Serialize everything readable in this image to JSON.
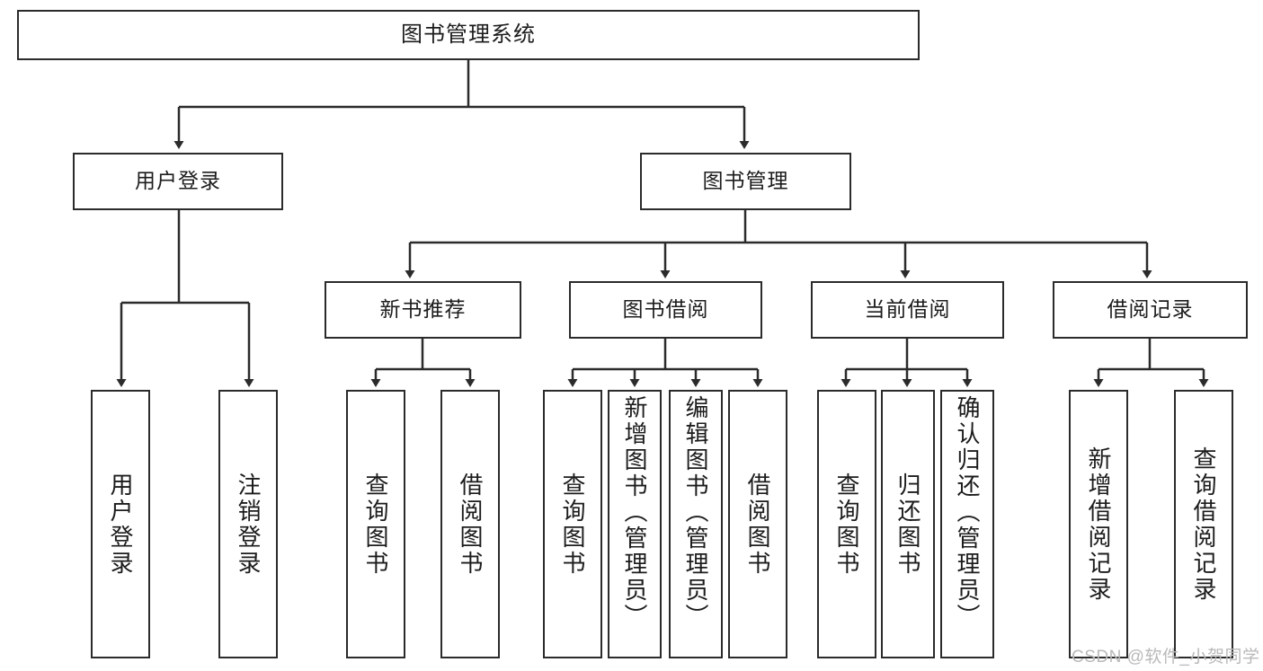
{
  "diagram": {
    "type": "tree-hierarchy",
    "title": "图书管理系统",
    "orientation": "top-down",
    "watermark": "CSDN @软件_小贺同学",
    "colors": {
      "stroke": "#2b2b2b",
      "fill": "#ffffff",
      "text": "#1c1c1c",
      "watermark": "#b9b9b9"
    }
  },
  "nodes": {
    "root": {
      "label": "图书管理系统"
    },
    "level2": [
      {
        "id": "user-login",
        "label": "用户登录"
      },
      {
        "id": "book-manage",
        "label": "图书管理"
      }
    ],
    "level3": [
      {
        "id": "new-book-recommend",
        "label": "新书推荐"
      },
      {
        "id": "book-borrow",
        "label": "图书借阅"
      },
      {
        "id": "current-borrow",
        "label": "当前借阅"
      },
      {
        "id": "borrow-record",
        "label": "借阅记录"
      }
    ],
    "leaves": {
      "user-login": [
        {
          "id": "leaf-user-login",
          "label": "用户登录"
        },
        {
          "id": "leaf-logout",
          "label": "注销登录"
        }
      ],
      "new-book-recommend": [
        {
          "id": "leaf-query-book-1",
          "label": "查询图书"
        },
        {
          "id": "leaf-borrow-book-1",
          "label": "借阅图书"
        }
      ],
      "book-borrow": [
        {
          "id": "leaf-query-book-2",
          "label": "查询图书"
        },
        {
          "id": "leaf-add-book",
          "label": "新增图书（管理员）"
        },
        {
          "id": "leaf-edit-book",
          "label": "编辑图书（管理员）"
        },
        {
          "id": "leaf-borrow-book-2",
          "label": "借阅图书"
        }
      ],
      "current-borrow": [
        {
          "id": "leaf-query-book-3",
          "label": "查询图书"
        },
        {
          "id": "leaf-return-book",
          "label": "归还图书"
        },
        {
          "id": "leaf-confirm-return",
          "label": "确认归还（管理员）"
        }
      ],
      "borrow-record": [
        {
          "id": "leaf-add-record",
          "label": "新增借阅记录"
        },
        {
          "id": "leaf-query-record",
          "label": "查询借阅记录"
        }
      ]
    }
  }
}
